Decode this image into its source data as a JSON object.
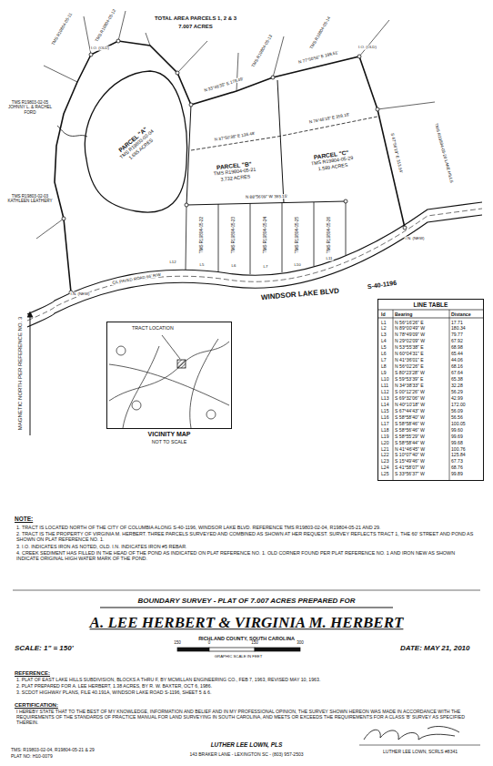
{
  "diagram": {
    "nodes": [
      {
        "text": [
          "PARCEL \"A\"",
          "TMS R19803-02-04",
          "1.685 ACRES"
        ]
      },
      {
        "text": [
          "PARCEL \"B\"",
          "TMS R19804-05-21",
          "3.732 ACRES"
        ]
      },
      {
        "text": [
          "PARCEL \"C\"",
          "TMS R19804-05-29",
          "1.589 ACRES"
        ]
      },
      {
        "text": [
          "TRACT LOCATION",
          "VICINITY MAP",
          "NOT TO SCALE"
        ]
      },
      {
        "text": [
          "LINE TABLE"
        ]
      }
    ],
    "labels": [
      "TOTAL AREA PARCELS 1, 2 & 3",
      "7.007 ACRES",
      "WINDSOR LAKE BLVD",
      "S-40-1196",
      "C/L PAVED ROAD 66' R/W",
      "MAGNETIC NORTH PER REFERENCE NO. 3",
      "N 33°46'35\" E 178.49'",
      "N 77°50'56\" E 199.61'",
      "S 47°56'19\" E 313.54'",
      "N 37°50'38\" E 136.48'",
      "N 76°46'18\" E 359.18'",
      "N 88°56'09\" W 393.15'",
      "TMS R19803-02-05 JOHNNY L. & RACHEL FORD",
      "TMS R19803-02-03 KATHLEEN LEATHERY",
      "TMS R19804-05-11",
      "TMS R19804-05-12",
      "TMS R19804-05-13",
      "TMS R19804-05-14",
      "TMS R19804-05-22",
      "TMS R19804-05-23",
      "TMS R19804-05-24",
      "TMS R19804-05-25",
      "TMS R19804-05-26",
      "TMS R19804-05-20 LAKE HILLS",
      "I.O. (OLD)",
      "I.N. (NEW)",
      "I.O. (OLD)",
      "I.N. (NEW)",
      "L5",
      "L6",
      "L7",
      "L10",
      "L11",
      "L12",
      "Id",
      "Bearing",
      "Distance",
      "L1",
      "N 56°16'26\" E",
      "17.71",
      "L2",
      "N 89°00'49\" W",
      "180.34",
      "L3",
      "N 78°49'09\" W",
      "79.77",
      "L4",
      "N 29°02'09\" W",
      "67.92",
      "L5",
      "N 53°55'38\" E",
      "68.98",
      "L6",
      "N 60°04'31\" E",
      "65.44",
      "L7",
      "N 41°36'01\" E",
      "44.06",
      "L8",
      "N 56°02'26\" E",
      "68.16",
      "L9",
      "S 80°23'28\" W",
      "67.64",
      "L10",
      "S 59°53'39\" E",
      "65.38",
      "L11",
      "N 34°38'33\" E",
      "32.28",
      "L12",
      "S 00°12'26\" W",
      "56.29",
      "L13",
      "S 69°32'06\" W",
      "42.99",
      "L14",
      "N 40°10'18\" W",
      "172.00",
      "L15",
      "S 67°44'43\" W",
      "56.09",
      "L16",
      "S 58°58'40\" W",
      "56.56",
      "L17",
      "S 58°58'46\" W",
      "100.05",
      "L18",
      "S 58°56'46\" W",
      "99.60",
      "L19",
      "S 58°55'29\" W",
      "99.69",
      "L20",
      "S 58°58'44\" W",
      "99.68",
      "L21",
      "N 41°46'45\" W",
      "100.76",
      "L22",
      "S 10°07'40\" W",
      "125.84",
      "L23",
      "S 15°49'46\" W",
      "67.73",
      "L24",
      "S 41°58'07\" W",
      "68.76",
      "L25",
      "S 33°56'37\" W",
      "99.89",
      "NOTE:",
      "1. TRACT IS LOCATED NORTH OF THE CITY OF COLUMBIA ALONG S-40-1196, WINDSOR LAKE BLVD. REFERENCE TMS R19803-02-04, R19804-05-21 AND 29.",
      "2. TRACT IS THE PROPERTY OF VIRGINIA M. HERBERT. THREE PARCELS SURVEYED AND COMBINED AS SHOWN AT HER REQUEST. SURVEY REFLECTS TRACT 1, THE 60' STREET AND POND AS SHOWN ON PLAT REFERENCE NO. 1.",
      "3. I.O. INDICATES IRON AS NOTED, OLD. I.N. INDICATES IRON #5 REBAR.",
      "4. CREEK SEDIMENT HAS FILLED IN THE HEAD OF THE POND AS INDICATED ON PLAT REFERENCE NO. 1. OLD CORNER FOUND PER PLAT REFERENCE NO. 1 AND IRON NEW AS SHOWN INDICATE ORIGINAL HIGH WATER MARK OF THE POND.",
      "BOUNDARY SURVEY - PLAT OF 7.007 ACRES PREPARED FOR",
      "A. LEE HERBERT & VIRGINIA M. HERBERT",
      "RICHLAND COUNTY, SOUTH CAROLINA",
      "SCALE: 1\" = 150'",
      "DATE: MAY 21, 2010",
      "150",
      "0",
      "150",
      "300",
      "GRAPHIC SCALE IN FEET",
      "REFERENCE:",
      "1. PLAT OF EAST LAKE HILLS SUBDIVISION, BLOCKS A THRU F, BY MCMILLAN ENGINEERING CO., FEB 7, 1963, REVISED MAY 10, 1963.",
      "2. PLAT PREPARED FOR A. LEE HERBERT, 1.38 ACRES, BY R. W. BAXTER, OCT 6, 1986.",
      "3. SCDOT HIGHWAY PLANS, FILE 40.191A, WINDSOR LAKE ROAD S-1196, SHEET 5 & 6.",
      "CERTIFICATION:",
      "I HEREBY STATE THAT TO THE BEST OF MY KNOWLEDGE, INFORMATION AND BELIEF AND IN MY PROFESSIONAL OPINION, THE SURVEY SHOWN HEREON WAS MADE IN ACCORDANCE WITH THE REQUIREMENTS OF THE STANDARDS OF PRACTICE MANUAL FOR LAND SURVEYING IN SOUTH CAROLINA, AND MEETS OR EXCEEDS THE REQUIREMENTS FOR A CLASS 'B' SURVEY AS SPECIFIED THEREIN.",
      "TMS: R19803-02-04, R19804-05-21 & 29",
      "PLAT NO: H10-0079",
      "LUTHER LEE LOWN, PLS",
      "143 BRAKER LANE - LEXINGTON SC - (803) 957-2503",
      "LUTHER LEE LOWN, SCRLS #8341"
    ]
  }
}
